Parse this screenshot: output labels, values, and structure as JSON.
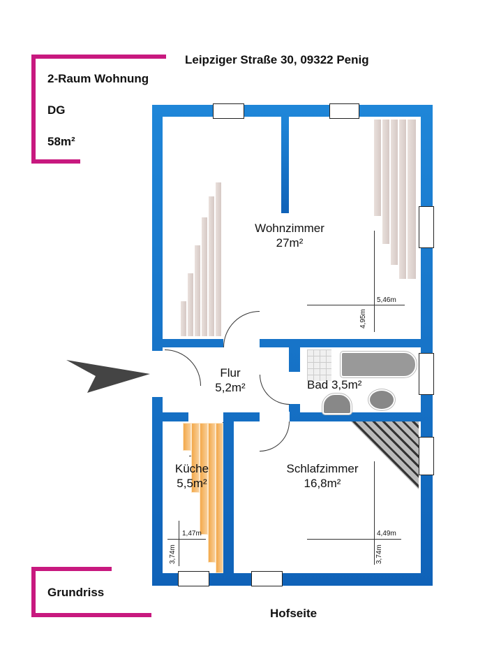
{
  "header": {
    "address": "Leipziger Straße 30, 09322 Penig"
  },
  "info": {
    "type": "2-Raum Wohnung",
    "floor": "DG",
    "area": "58m²"
  },
  "footer": {
    "label": "Grundriss",
    "side": "Hofseite"
  },
  "rooms": [
    {
      "name": "Wohnzimmer",
      "area": "27m²",
      "width": "5,46m",
      "depth": "4,95m"
    },
    {
      "name": "Flur",
      "area": "5,2m²"
    },
    {
      "name": "Bad 3,5m²"
    },
    {
      "name": "Küche",
      "area": "5,5m²",
      "width": "1,47m",
      "depth": "3,74m"
    },
    {
      "name": "Schlafzimmer",
      "area": "16,8m²",
      "width": "4,49m",
      "depth": "3,74m"
    }
  ],
  "colors": {
    "wall": "#1a74c8",
    "accent": "#c8197f",
    "kitchen": "#f3a84a"
  }
}
